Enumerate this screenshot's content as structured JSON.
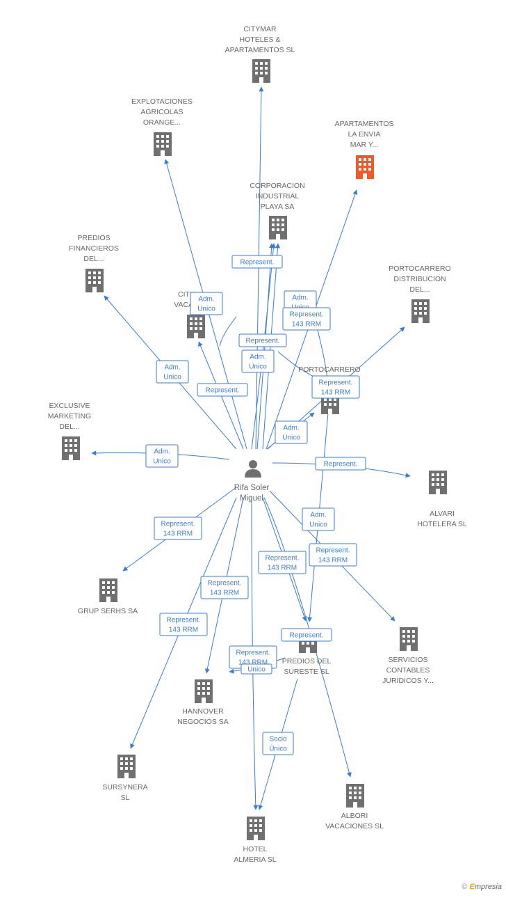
{
  "colors": {
    "edge": "#3a7bd5",
    "company": "#707070",
    "highlight": "#f05a28",
    "person": "#707070"
  },
  "person": {
    "id": "p",
    "lines": [
      "Rifa Soler",
      "Miguel"
    ]
  },
  "companies": [
    {
      "id": "citymar",
      "lines": [
        "CITYMAR",
        "HOTELES &",
        "APARTAMENTOS SL"
      ]
    },
    {
      "id": "explot",
      "lines": [
        "EXPLOTACIONES",
        "AGRICOLAS",
        "ORANGE..."
      ]
    },
    {
      "id": "apart",
      "lines": [
        "APARTAMENTOS",
        "LA ENVIA",
        "MAR Y..."
      ],
      "highlight": true
    },
    {
      "id": "corpor",
      "lines": [
        "CORPORACION",
        "INDUSTRIAL",
        "PLAYA SA"
      ]
    },
    {
      "id": "predfin",
      "lines": [
        "PREDIOS",
        "FINANCIEROS",
        "DEL..."
      ]
    },
    {
      "id": "portdist",
      "lines": [
        "PORTOCARRERO",
        "DISTRIBUCION",
        "DEL..."
      ]
    },
    {
      "id": "cityvac",
      "lines": [
        "CITY",
        "VACAC"
      ]
    },
    {
      "id": "portr",
      "lines": [
        "PORTOCARRERO",
        "R"
      ]
    },
    {
      "id": "exclus",
      "lines": [
        "EXCLUSIVE",
        "MARKETING",
        "DEL..."
      ]
    },
    {
      "id": "alvari",
      "lines": [
        "ALVARI",
        "HOTELERA SL"
      ]
    },
    {
      "id": "serhs",
      "lines": [
        "GRUP SERHS SA"
      ]
    },
    {
      "id": "servcont",
      "lines": [
        "SERVICIOS",
        "CONTABLES",
        "JURIDICOS Y..."
      ]
    },
    {
      "id": "predsur",
      "lines": [
        "PREDIOS DEL",
        "SURESTE SL"
      ]
    },
    {
      "id": "hannover",
      "lines": [
        "HANNOVER",
        "NEGOCIOS SA"
      ]
    },
    {
      "id": "sursynera",
      "lines": [
        "SURSYNERA",
        "SL"
      ]
    },
    {
      "id": "albori",
      "lines": [
        "ALBORI",
        "VACACIONES SL"
      ]
    },
    {
      "id": "almeria",
      "lines": [
        "HOTEL",
        "ALMERIA SL"
      ]
    }
  ],
  "edges": [
    {
      "label": [
        "Represent."
      ]
    },
    {
      "label": [
        "Adm.",
        "Unico"
      ]
    },
    {
      "label": [
        "Adm.",
        "Unico"
      ]
    },
    {
      "label": [
        "Represent.",
        "143 RRM"
      ]
    },
    {
      "label": [
        "Represent."
      ]
    },
    {
      "label": [
        "Adm.",
        "Unico"
      ]
    },
    {
      "label": [
        "Adm.",
        "Unico"
      ]
    },
    {
      "label": [
        "Represent."
      ]
    },
    {
      "label": [
        "Represent.",
        "143 RRM"
      ]
    },
    {
      "label": [
        "Adm.",
        "Unico"
      ]
    },
    {
      "label": [
        "Adm.",
        "Unico"
      ]
    },
    {
      "label": [
        "Represent."
      ]
    },
    {
      "label": [
        "Represent.",
        "143 RRM"
      ]
    },
    {
      "label": [
        "Adm.",
        "Unico"
      ]
    },
    {
      "label": [
        "Represent.",
        "143 RRM"
      ]
    },
    {
      "label": [
        "Represent.",
        "143 RRM"
      ]
    },
    {
      "label": [
        "Represent.",
        "143 RRM"
      ]
    },
    {
      "label": [
        "Represent.",
        "143 RRM"
      ]
    },
    {
      "label": [
        "Represent.",
        "143 RRM"
      ]
    },
    {
      "label": [
        "Unico"
      ]
    },
    {
      "label": [
        "Represent."
      ]
    },
    {
      "label": [
        "Socio",
        "Único"
      ]
    },
    {
      "label": []
    }
  ],
  "footer": {
    "copyright": "©",
    "brand_e": "E",
    "brand_rest": "mpresia"
  }
}
